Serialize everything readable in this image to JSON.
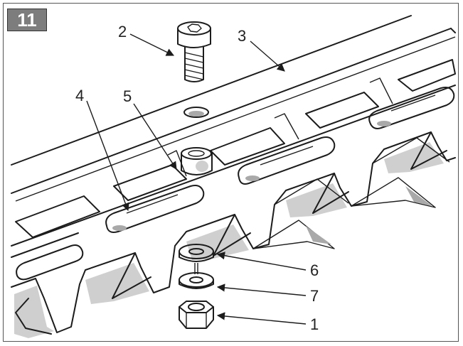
{
  "figure": {
    "number": "11"
  },
  "callouts": [
    {
      "id": "c1",
      "label": "1"
    },
    {
      "id": "c2",
      "label": "2"
    },
    {
      "id": "c3",
      "label": "3"
    },
    {
      "id": "c4",
      "label": "4"
    },
    {
      "id": "c5",
      "label": "5"
    },
    {
      "id": "c6",
      "label": "6"
    },
    {
      "id": "c7",
      "label": "7"
    }
  ]
}
